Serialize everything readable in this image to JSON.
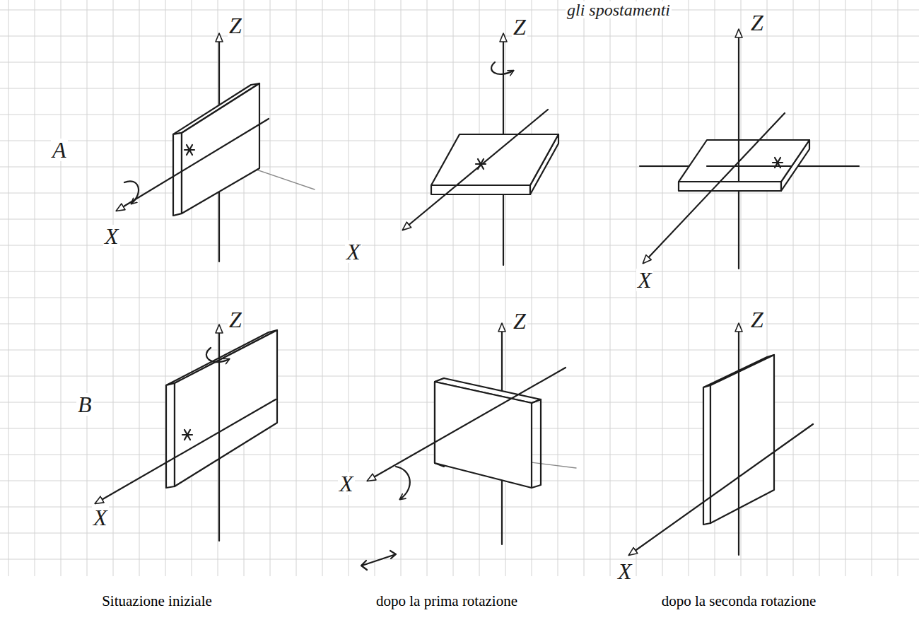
{
  "diagram": {
    "labels": [
      "gli spostamenti",
      "Z",
      "Z",
      "Z",
      "X",
      "X",
      "X",
      "A",
      "Z",
      "Z",
      "Z",
      "X",
      "X",
      "X",
      "B",
      "Situazione iniziale",
      "dopo la prima rotazione",
      "dopo la seconda rotazione"
    ]
  }
}
